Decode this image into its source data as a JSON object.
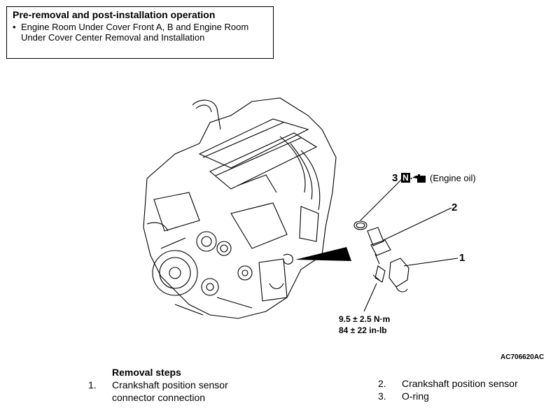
{
  "preremoval": {
    "title": "Pre-removal and post-installation operation",
    "bullet": "•",
    "item": "Engine Room Under Cover Front A, B and Engine Room Under Cover Center Removal and Installation"
  },
  "figure": {
    "callouts": {
      "one": "1",
      "two": "2",
      "three": "3",
      "n_mark": "N",
      "oil_note": "(Engine oil)"
    },
    "torque": {
      "metric": "9.5 ± 2.5 N·m",
      "imperial": "84 ± 22 in-lb"
    },
    "code": "AC706620AC"
  },
  "removal_steps": {
    "title": "Removal steps",
    "items": [
      {
        "num": "1.",
        "text_line1": "Crankshaft position sensor",
        "text_line2": "connector connection"
      },
      {
        "num": "2.",
        "text_line1": "Crankshaft position sensor"
      },
      {
        "num": "3.",
        "text_line1": "O-ring"
      }
    ]
  }
}
